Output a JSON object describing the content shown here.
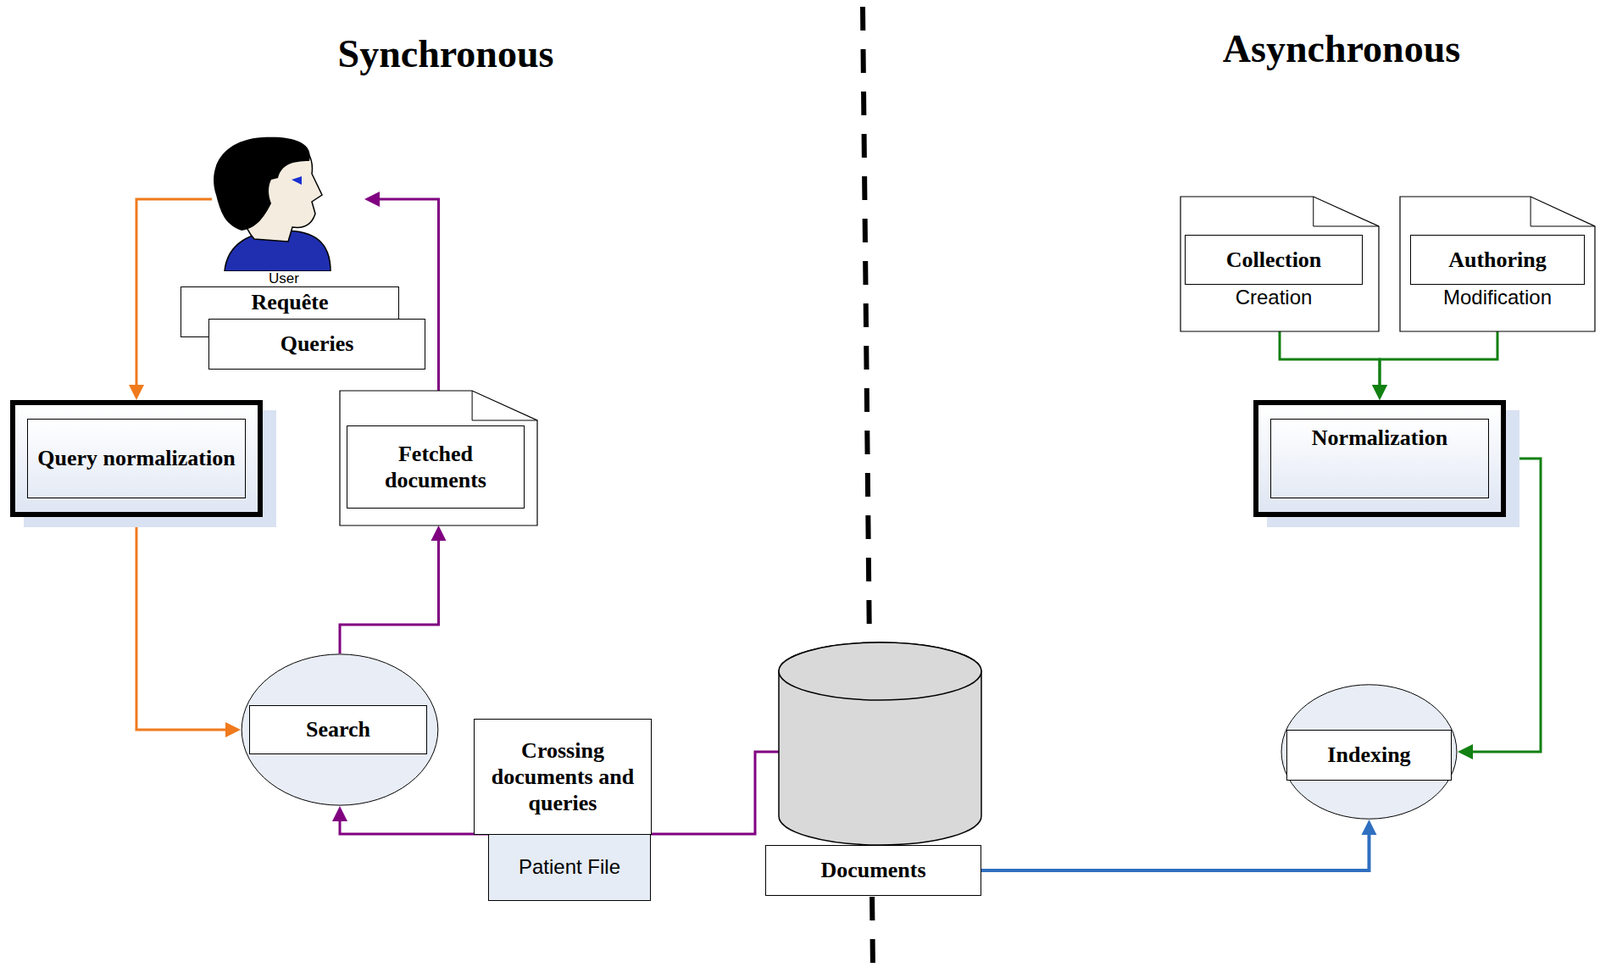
{
  "diagram": {
    "nodes": [
      {
        "text": [
          "User"
        ]
      },
      {
        "text": [
          "Requête"
        ]
      },
      {
        "text": [
          "Queries"
        ]
      },
      {
        "text": [
          "Query normalization"
        ]
      },
      {
        "text": [
          "Fetched documents"
        ]
      },
      {
        "text": [
          "Search"
        ]
      },
      {
        "text": [
          "Crossing documents and queries"
        ]
      },
      {
        "text": [
          "Patient File"
        ]
      },
      {
        "text": [
          "Documents"
        ]
      },
      {
        "text": [
          "Collection",
          "Creation"
        ]
      },
      {
        "text": [
          "Authoring",
          "Modification"
        ]
      },
      {
        "text": [
          "Normalization"
        ]
      },
      {
        "text": [
          "Indexing"
        ]
      }
    ],
    "edges": [
      {
        "from": 0,
        "to": 3,
        "arrow": "to"
      },
      {
        "from": 3,
        "to": 5,
        "arrow": "to"
      },
      {
        "from": 5,
        "to": 4,
        "arrow": "to"
      },
      {
        "from": 4,
        "to": 0,
        "arrow": "to"
      },
      {
        "from": 8,
        "to": 5,
        "arrow": "to"
      },
      {
        "from": 9,
        "to": 11,
        "arrow": "to"
      },
      {
        "from": 10,
        "to": 11,
        "arrow": "to"
      },
      {
        "from": 11,
        "to": 12,
        "arrow": "to"
      },
      {
        "from": 8,
        "to": 12,
        "arrow": "to"
      }
    ],
    "labels": [
      "Synchronous",
      "Asynchronous"
    ]
  }
}
